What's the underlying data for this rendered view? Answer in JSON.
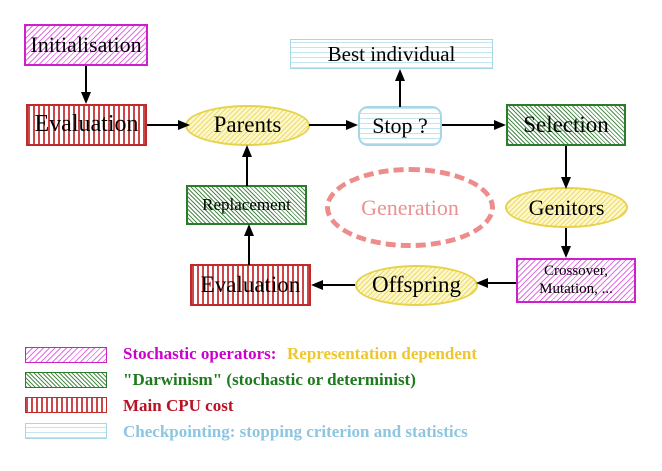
{
  "diagram": {
    "title_implicit": "Evolutionary algorithm loop",
    "nodes": {
      "initialisation": {
        "label": "Initialisation"
      },
      "evaluation_top": {
        "label": "Evaluation"
      },
      "parents": {
        "label": "Parents"
      },
      "best_individual": {
        "label": "Best individual"
      },
      "stop": {
        "label": "Stop ?"
      },
      "selection": {
        "label": "Selection"
      },
      "genitors": {
        "label": "Genitors"
      },
      "crossover_mutation": {
        "line1": "Crossover,",
        "line2": "Mutation, ..."
      },
      "offspring": {
        "label": "Offspring"
      },
      "evaluation_bottom": {
        "label": "Evaluation"
      },
      "replacement": {
        "label": "Replacement"
      },
      "generation": {
        "label": "Generation"
      }
    },
    "legend": {
      "stochastic": {
        "label": "Stochastic operators:",
        "label2": "Representation dependent"
      },
      "darwinism": {
        "label": "\"Darwinism\" (stochastic or determinist)"
      },
      "cpu": {
        "label": "Main CPU cost"
      },
      "checkpointing": {
        "label": "Checkpointing: stopping criterion and statistics"
      }
    },
    "colors": {
      "magenta_border": "#cb20cb",
      "red_border": "#bf2a2a",
      "green_border": "#2c7a2c",
      "cyan_border": "#a7d7e7",
      "yellow_border": "#e7d24a",
      "yellow_fill": "#fdf8cb",
      "salmon_dashed": "#ee8b8b",
      "legend_magenta_text": "#cc00cc",
      "legend_gold_text": "#eec72e",
      "legend_green_text": "#1d7a1d",
      "legend_red_text": "#b81324",
      "legend_blue_text": "#8cc6e0"
    }
  }
}
